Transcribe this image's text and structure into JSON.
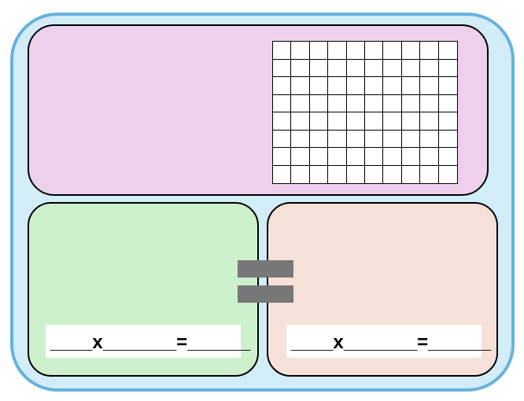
{
  "left_equation": {
    "text": "____x_______=______"
  },
  "right_equation": {
    "text": "____x_______=______"
  },
  "grid": {
    "columns": 10,
    "rows": 8
  },
  "colors": {
    "outer": "#d2ecf8",
    "outer_border": "#67b1de",
    "top_panel": "#ecd0ec",
    "left_panel": "#ccf0cc",
    "right_panel": "#f5e1d8",
    "equals_sign": "#777777"
  }
}
